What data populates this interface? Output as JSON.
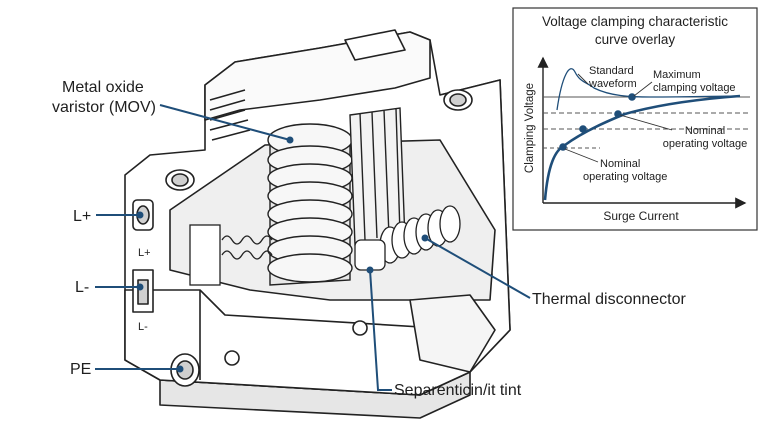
{
  "colors": {
    "callout": "#1f4e79",
    "curve": "#1f4e79",
    "outline": "#222222",
    "body_fill": "#ffffff",
    "shade": "#d9d9d9"
  },
  "callouts": {
    "mov_line1": "Metal oxide",
    "mov_line2": "varistor (MOV)",
    "l_plus": "L+",
    "l_minus": "L-",
    "pe": "PE",
    "thermal": "Thermal disconnector",
    "separator": "Separenticin/it tint"
  },
  "body_marks": {
    "l_plus": "L+",
    "l_minus": "L-"
  },
  "inset": {
    "title_line1": "Voltage clamping characteristic",
    "title_line2": "curve overlay",
    "ylabel": "Clamping Voltage",
    "xlabel": "Surge Current",
    "annotations": {
      "standard_line1": "Standard",
      "standard_line2": "waveform",
      "max_line1": "Maximum",
      "max_line2": "clamping voltage",
      "nom_right_line1": "Nominal",
      "nom_right_line2": "operating voltage",
      "nom_left_line1": "Nominal",
      "nom_left_line2": "operating voltage"
    }
  }
}
